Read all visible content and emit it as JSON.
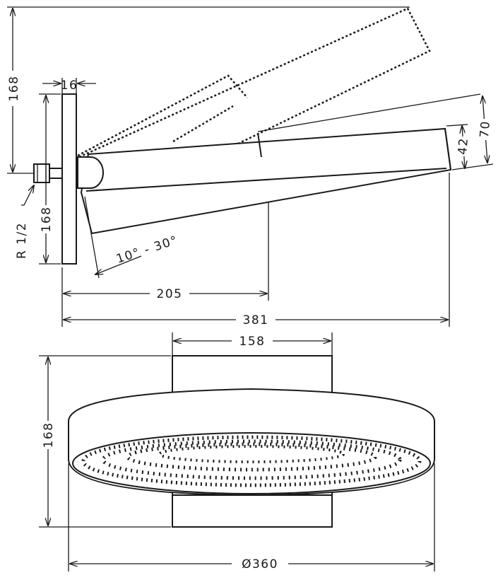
{
  "side_view": {
    "height_top": "168",
    "plate_thickness": "16",
    "thread": "R 1/2",
    "plate_height": "168",
    "tilt_angle": "10° - 30°",
    "arm_length": "205",
    "total_length": "381",
    "head_height_outer": "70",
    "head_height_inner": "42"
  },
  "front_view": {
    "block_width": "158",
    "total_height": "168",
    "diameter": "Ø360"
  },
  "colors": {
    "line": "#1a1a1a",
    "background": "#ffffff"
  }
}
